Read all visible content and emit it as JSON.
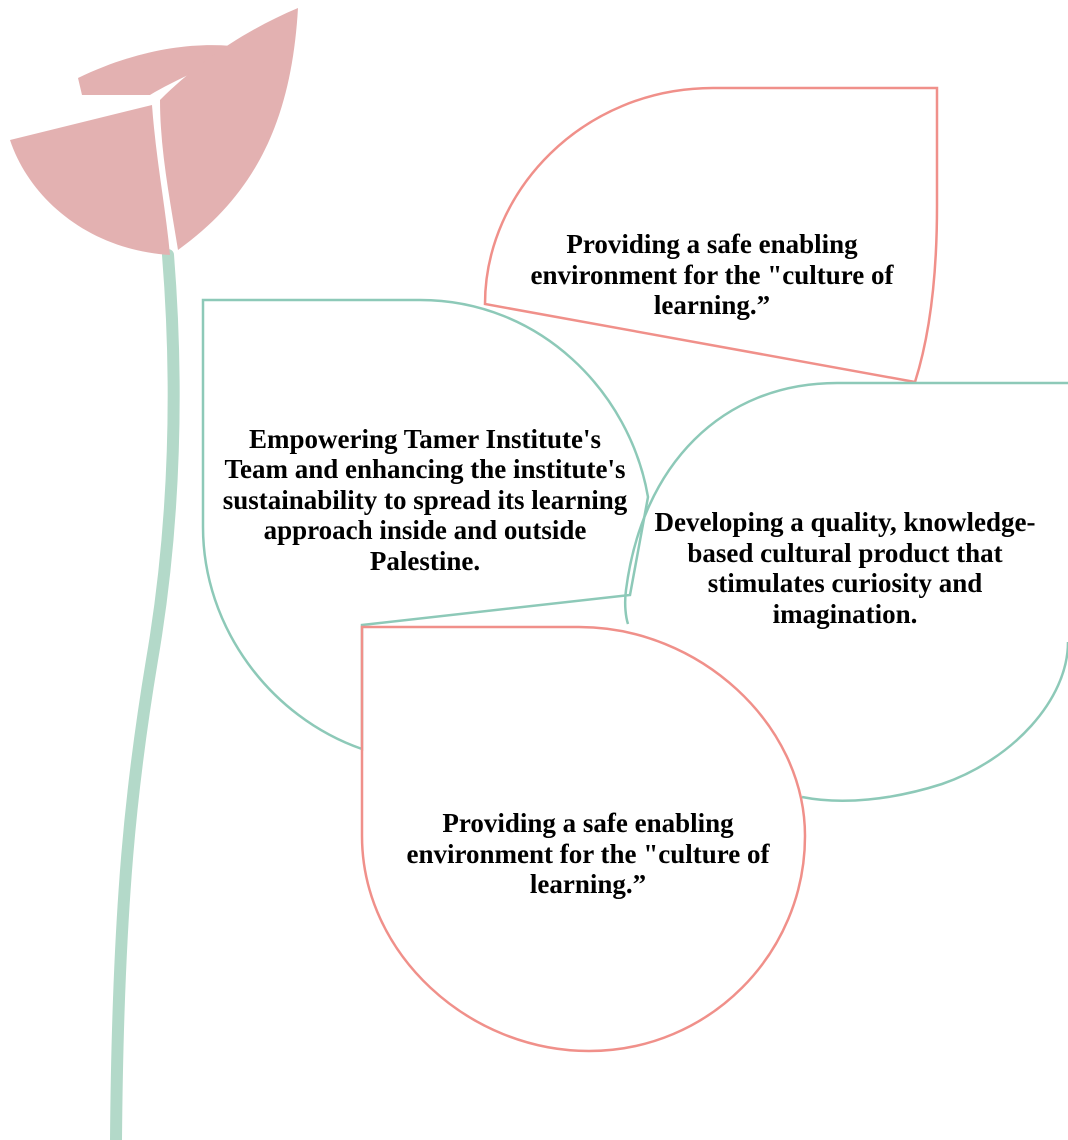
{
  "colors": {
    "petal_fill": "#e3b1b1",
    "stem": "#b3d9c9",
    "coral_outline": "#f0908a",
    "teal_outline": "#8dc9b8",
    "background": "#ffffff",
    "text": "#000000"
  },
  "leaves": [
    {
      "id": "top",
      "outline": "coral",
      "text": "Providing a safe enabling environment for the \"culture of learning.”"
    },
    {
      "id": "left",
      "outline": "teal",
      "text": "Empowering Tamer Institute's Team and enhancing the institute's sustainability to spread its learning approach inside and outside Palestine."
    },
    {
      "id": "right",
      "outline": "teal",
      "text": "Developing a quality, knowledge-based cultural product that stimulates curiosity and imagination."
    },
    {
      "id": "bottom",
      "outline": "coral",
      "text": "Providing a safe enabling environment for the \"culture of learning.”"
    }
  ]
}
